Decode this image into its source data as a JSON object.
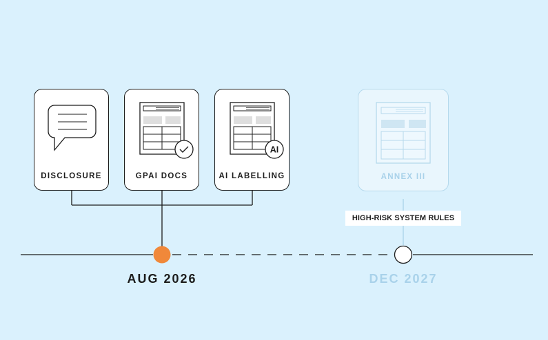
{
  "cards": [
    {
      "label": "DISCLOSURE",
      "icon": "speech-bubble-icon"
    },
    {
      "label": "GPAI DOCS",
      "icon": "document-check-icon"
    },
    {
      "label": "AI LABELLING",
      "icon": "document-ai-icon",
      "badge_text": "AI"
    },
    {
      "label": "ANNEX III",
      "icon": "document-icon",
      "faded": true
    }
  ],
  "milestones": [
    {
      "date": "AUG 2026",
      "color": "#1c1c1c",
      "marker_color": "#f0883a"
    },
    {
      "date": "DEC 2027",
      "color": "#a9d2ea",
      "marker_color": "#ffffff"
    }
  ],
  "annotation": "HIGH-RISK SYSTEM RULES",
  "colors": {
    "background": "#daf1fd",
    "ink": "#1c1c1c",
    "faded": "#b5d9ec",
    "accent": "#f0883a"
  }
}
